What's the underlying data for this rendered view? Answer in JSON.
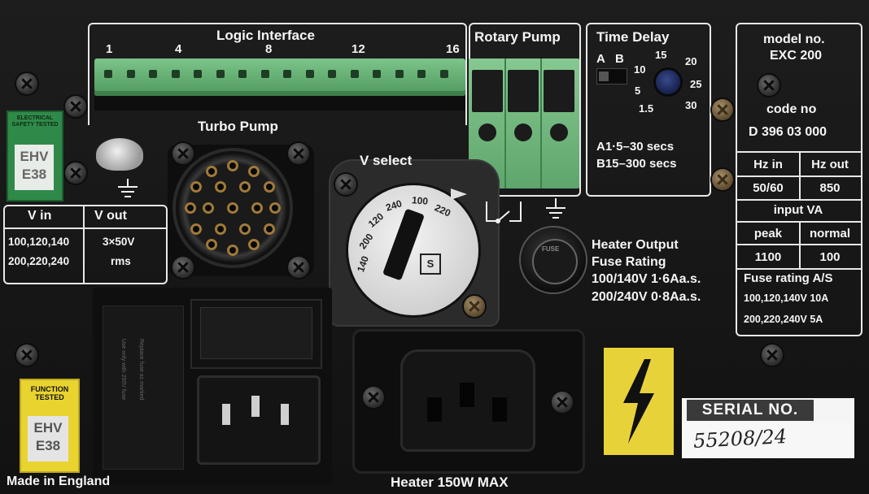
{
  "logic_interface": {
    "title": "Logic Interface",
    "pin_numbers": [
      "1",
      "4",
      "8",
      "12",
      "16"
    ]
  },
  "rotary_pump": {
    "title": "Rotary Pump"
  },
  "time_delay": {
    "title": "Time Delay",
    "switch_labels": [
      "A",
      "B"
    ],
    "dial_numbers": [
      "15",
      "20",
      "10",
      "25",
      "5",
      "1.5",
      "30"
    ],
    "range_a": "A1·5–30 secs",
    "range_b": "B15–300 secs"
  },
  "model_panel": {
    "model_label": "model no.",
    "model_value": "EXC 200",
    "code_label": "code   no",
    "code_value": "D 396 03 000",
    "hz_in_label": "Hz in",
    "hz_out_label": "Hz out",
    "hz_in_value": "50/60",
    "hz_out_value": "850",
    "input_va_label": "input  VA",
    "peak_label": "peak",
    "normal_label": "normal",
    "peak_value": "1100",
    "normal_value": "100",
    "fuse_rating_label": "Fuse rating A/S",
    "fuse_low": "100,120,140V  10A",
    "fuse_high": "200,220,240V 5A"
  },
  "turbo_pump": {
    "title": "Turbo Pump"
  },
  "voltage_table": {
    "v_in_label": "V in",
    "v_out_label": "V out",
    "v_in_low": "100,120,140",
    "v_in_high": "200,220,240",
    "v_out_value": "3×50V",
    "v_out_unit": "rms"
  },
  "v_select": {
    "title": "V select",
    "dial_values": [
      "140",
      "200",
      "120",
      "240",
      "100",
      "220"
    ]
  },
  "heater_output": {
    "line1": "Heater Output",
    "line2": "Fuse Rating",
    "line3": "100/140V 1·6Aa.s.",
    "line4": "200/240V 0·8Aa.s."
  },
  "labels": {
    "safety_sticker_top": "ELECTRICAL SAFETY TESTED",
    "safety_sticker_code": "EHV E38",
    "function_sticker_top": "FUNCTION TESTED",
    "function_sticker_code": "EHV E38",
    "made_in": "Made in England",
    "heater_max": "Heater 150W MAX",
    "fuse_cap_text": "FUSE",
    "switch_text_1": "Use only with 250V fuse",
    "switch_text_2": "Replace fuse as marked",
    "v_select_logo": "S"
  },
  "serial": {
    "label": "SERIAL NO.",
    "value": "55208/24"
  },
  "colors": {
    "terminal_green": "#5fae6e",
    "warning_yellow": "#e8d23a",
    "panel_black": "#161616",
    "label_white": "#f2f2f2"
  }
}
